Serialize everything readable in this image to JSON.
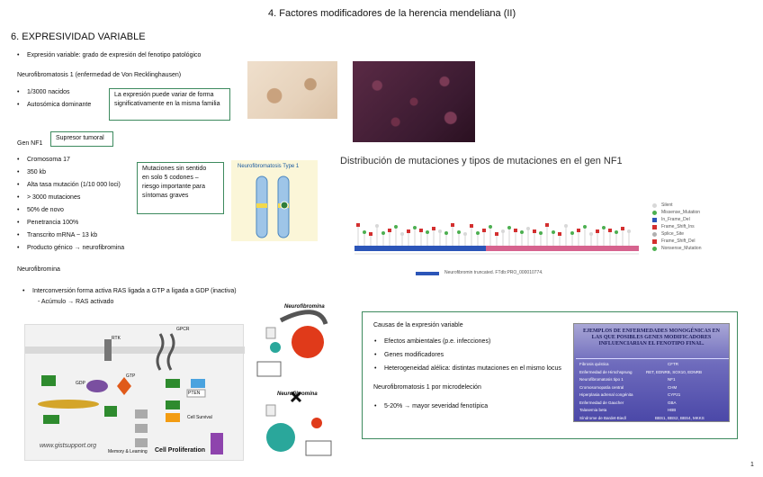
{
  "slide": {
    "title": "4. Factores modificadores de la herencia mendeliana (II)",
    "section": "6. EXPRESIVIDAD VARIABLE",
    "page_number": "1"
  },
  "intro": {
    "bullet": "Expresión variable: grado de expresión del fenotipo patológico",
    "subheading": "Neurofibromatosis 1 (enfermedad de Von Recklinghausen)",
    "items": [
      "1/3000 nacidos",
      "Autosómica dominante"
    ],
    "note": [
      "La expresión puede variar de forma",
      "significativamente en la misma familia"
    ]
  },
  "gene": {
    "label": "Gen NF1",
    "tag": "Supresor tumoral",
    "items": [
      "Cromosoma 17",
      "350 kb",
      "Alta tasa mutación (1/10 000 loci)",
      "> 3000 mutaciones",
      "50% de novo",
      "Penetrancia 100%",
      "Transcrito mRNA ~ 13 kb",
      "Producto génico → neurofibromina"
    ],
    "note": [
      "Mutaciones sin sentido",
      "en solo 5 codones –",
      "riesgo importante para",
      "síntomas graves"
    ]
  },
  "neurofibromin": {
    "label": "Neurofibromina",
    "bullet": "Interconversión forma activa RAS ligada a GTP a ligada a GDP (inactiva)",
    "sub": "- Acúmulo → RAS activado"
  },
  "chromosome_figure": {
    "title": "Neurofibromatosis Type 1"
  },
  "mutations_chart": {
    "title": "Distribución de mutaciones y tipos de mutaciones en el gen NF1",
    "legend": [
      {
        "label": "Silent",
        "color": "#d8d8d8"
      },
      {
        "label": "Missense_Mutation",
        "color": "#4caf50"
      },
      {
        "label": "In_Frame_Del",
        "color": "#2b55b8"
      },
      {
        "label": "Frame_Shift_Ins",
        "color": "#d32f2f"
      },
      {
        "label": "Splice_Site",
        "color": "#b0b0b0"
      },
      {
        "label": "Frame_Shift_Del",
        "color": "#d32f2f"
      },
      {
        "label": "Nonsense_Mutation",
        "color": "#4caf50"
      }
    ],
    "caption": "Neurofibromin truncated.  FTdb:PRO_000010774."
  },
  "pathway": {
    "labels": {
      "rtk": "RTK",
      "gpcr": "GPCR",
      "gtp": "GTP",
      "gdp": "GDP",
      "pten": "PTEN",
      "cell_survival": "Cell Survival",
      "cell_proliferation": "Cell Proliferation",
      "memory": "Memory & Learning",
      "url": "www.gistsupport.org"
    }
  },
  "ras_diagram": {
    "title_top": "Neurofibromina",
    "title_bottom": "Neurofibromina"
  },
  "causes_box": {
    "title": "Causas de la expresión variable",
    "items": [
      "Efectos ambientales (p.e. infecciones)",
      "Genes modificadores",
      "Heterogeneidad alélica: distintas mutaciones en el mismo locus"
    ],
    "subheading": "Neurofibromatosis 1 por microdeleción",
    "sub_item": "5-20% → mayor severidad fenotípica"
  },
  "modifier_table": {
    "title": "EJEMPLOS DE ENFERMEDADES MONOGÉNICAS EN LAS QUE POSIBLES GENES MODIFICADORES INFLUENCIARIAN EL FENOTIPO FINAL.",
    "rows": [
      {
        "disease": "Fibrosis quística",
        "gene": "CFTR"
      },
      {
        "disease": "Enfermedad de Hirschsprung",
        "gene": "RET, EDNRB, SOX10, EDNRB"
      },
      {
        "disease": "Neurofibromatosis tipo 1",
        "gene": "NF1"
      },
      {
        "disease": "Cromosomopatía central",
        "gene": "CHM"
      },
      {
        "disease": "Hiperplasia adrenal congénita",
        "gene": "CYP21"
      },
      {
        "disease": "Enfermedad de Gaucher",
        "gene": "GBA"
      },
      {
        "disease": "Talasemia beta",
        "gene": "HBB"
      },
      {
        "disease": "Síndrome de Bardet-Biedl",
        "gene": "BBS1, BBS2, BBS4, MKKS"
      }
    ]
  }
}
